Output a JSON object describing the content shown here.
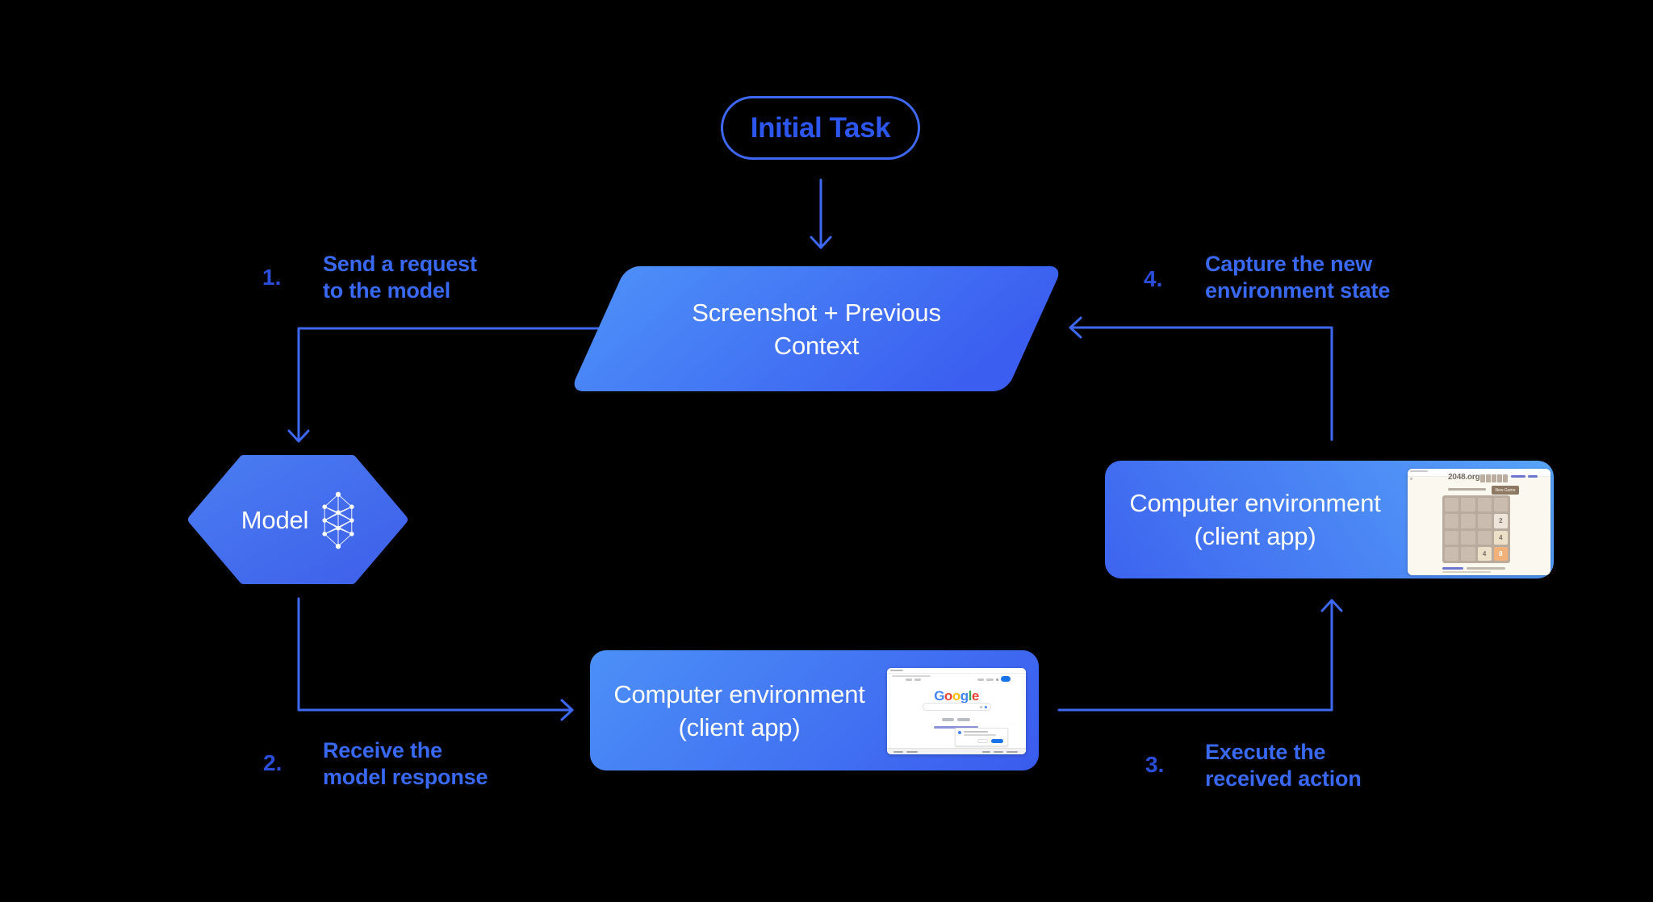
{
  "colors": {
    "background": "#000000",
    "accent_line": "#3E68F2",
    "pill_text": "#2D56EF",
    "step_number": "#2B4EDA",
    "step_text": "#3968F2",
    "shape_gradient_light": "#4C8EF8",
    "shape_gradient_dark": "#3A5BEE",
    "env_right_gradient_light": "#57A4F9",
    "env_right_gradient_dark": "#3D64EF",
    "shape_text": "#ffffff"
  },
  "nodes": {
    "initial_task": {
      "label": "Initial Task"
    },
    "screenshot_context": {
      "line1": "Screenshot + Previous",
      "line2": "Context"
    },
    "model": {
      "label": "Model"
    },
    "env_client_right": {
      "line1": "Computer environment",
      "line2": "(client app)"
    },
    "env_client_bottom": {
      "line1": "Computer environment",
      "line2": "(client app)"
    }
  },
  "steps": [
    {
      "number": "1.",
      "line1": "Send a request",
      "line2": "to the model"
    },
    {
      "number": "2.",
      "line1": "Receive the",
      "line2": "model response"
    },
    {
      "number": "3.",
      "line1": "Execute the",
      "line2": "received action"
    },
    {
      "number": "4.",
      "line1": "Capture the new",
      "line2": "environment state"
    }
  ],
  "mini_2048": {
    "site_title": "2048.org",
    "new_game_button": "New Game",
    "grid": [
      [
        "",
        "",
        "",
        ""
      ],
      [
        "",
        "",
        "",
        "2"
      ],
      [
        "",
        "",
        "",
        "4"
      ],
      [
        "",
        "",
        "4",
        "8"
      ]
    ],
    "tile_colors": {
      "2": "#eee4da",
      "4": "#ede0c8",
      "8": "#f2b179"
    },
    "tile_text_colors": {
      "2": "#776e65",
      "4": "#776e65",
      "8": "#ffffff"
    },
    "board_color": "#b9ab9e",
    "cell_color": "#cabdb0",
    "title_color": "#776e65",
    "button_color": "#8d7963"
  },
  "mini_google": {
    "logo_letters": [
      {
        "ch": "G",
        "color": "#4285F4"
      },
      {
        "ch": "o",
        "color": "#EA4335"
      },
      {
        "ch": "o",
        "color": "#FBBC05"
      },
      {
        "ch": "g",
        "color": "#4285F4"
      },
      {
        "ch": "l",
        "color": "#34A853"
      },
      {
        "ch": "e",
        "color": "#EA4335"
      }
    ],
    "signin_color": "#1a73e8"
  }
}
